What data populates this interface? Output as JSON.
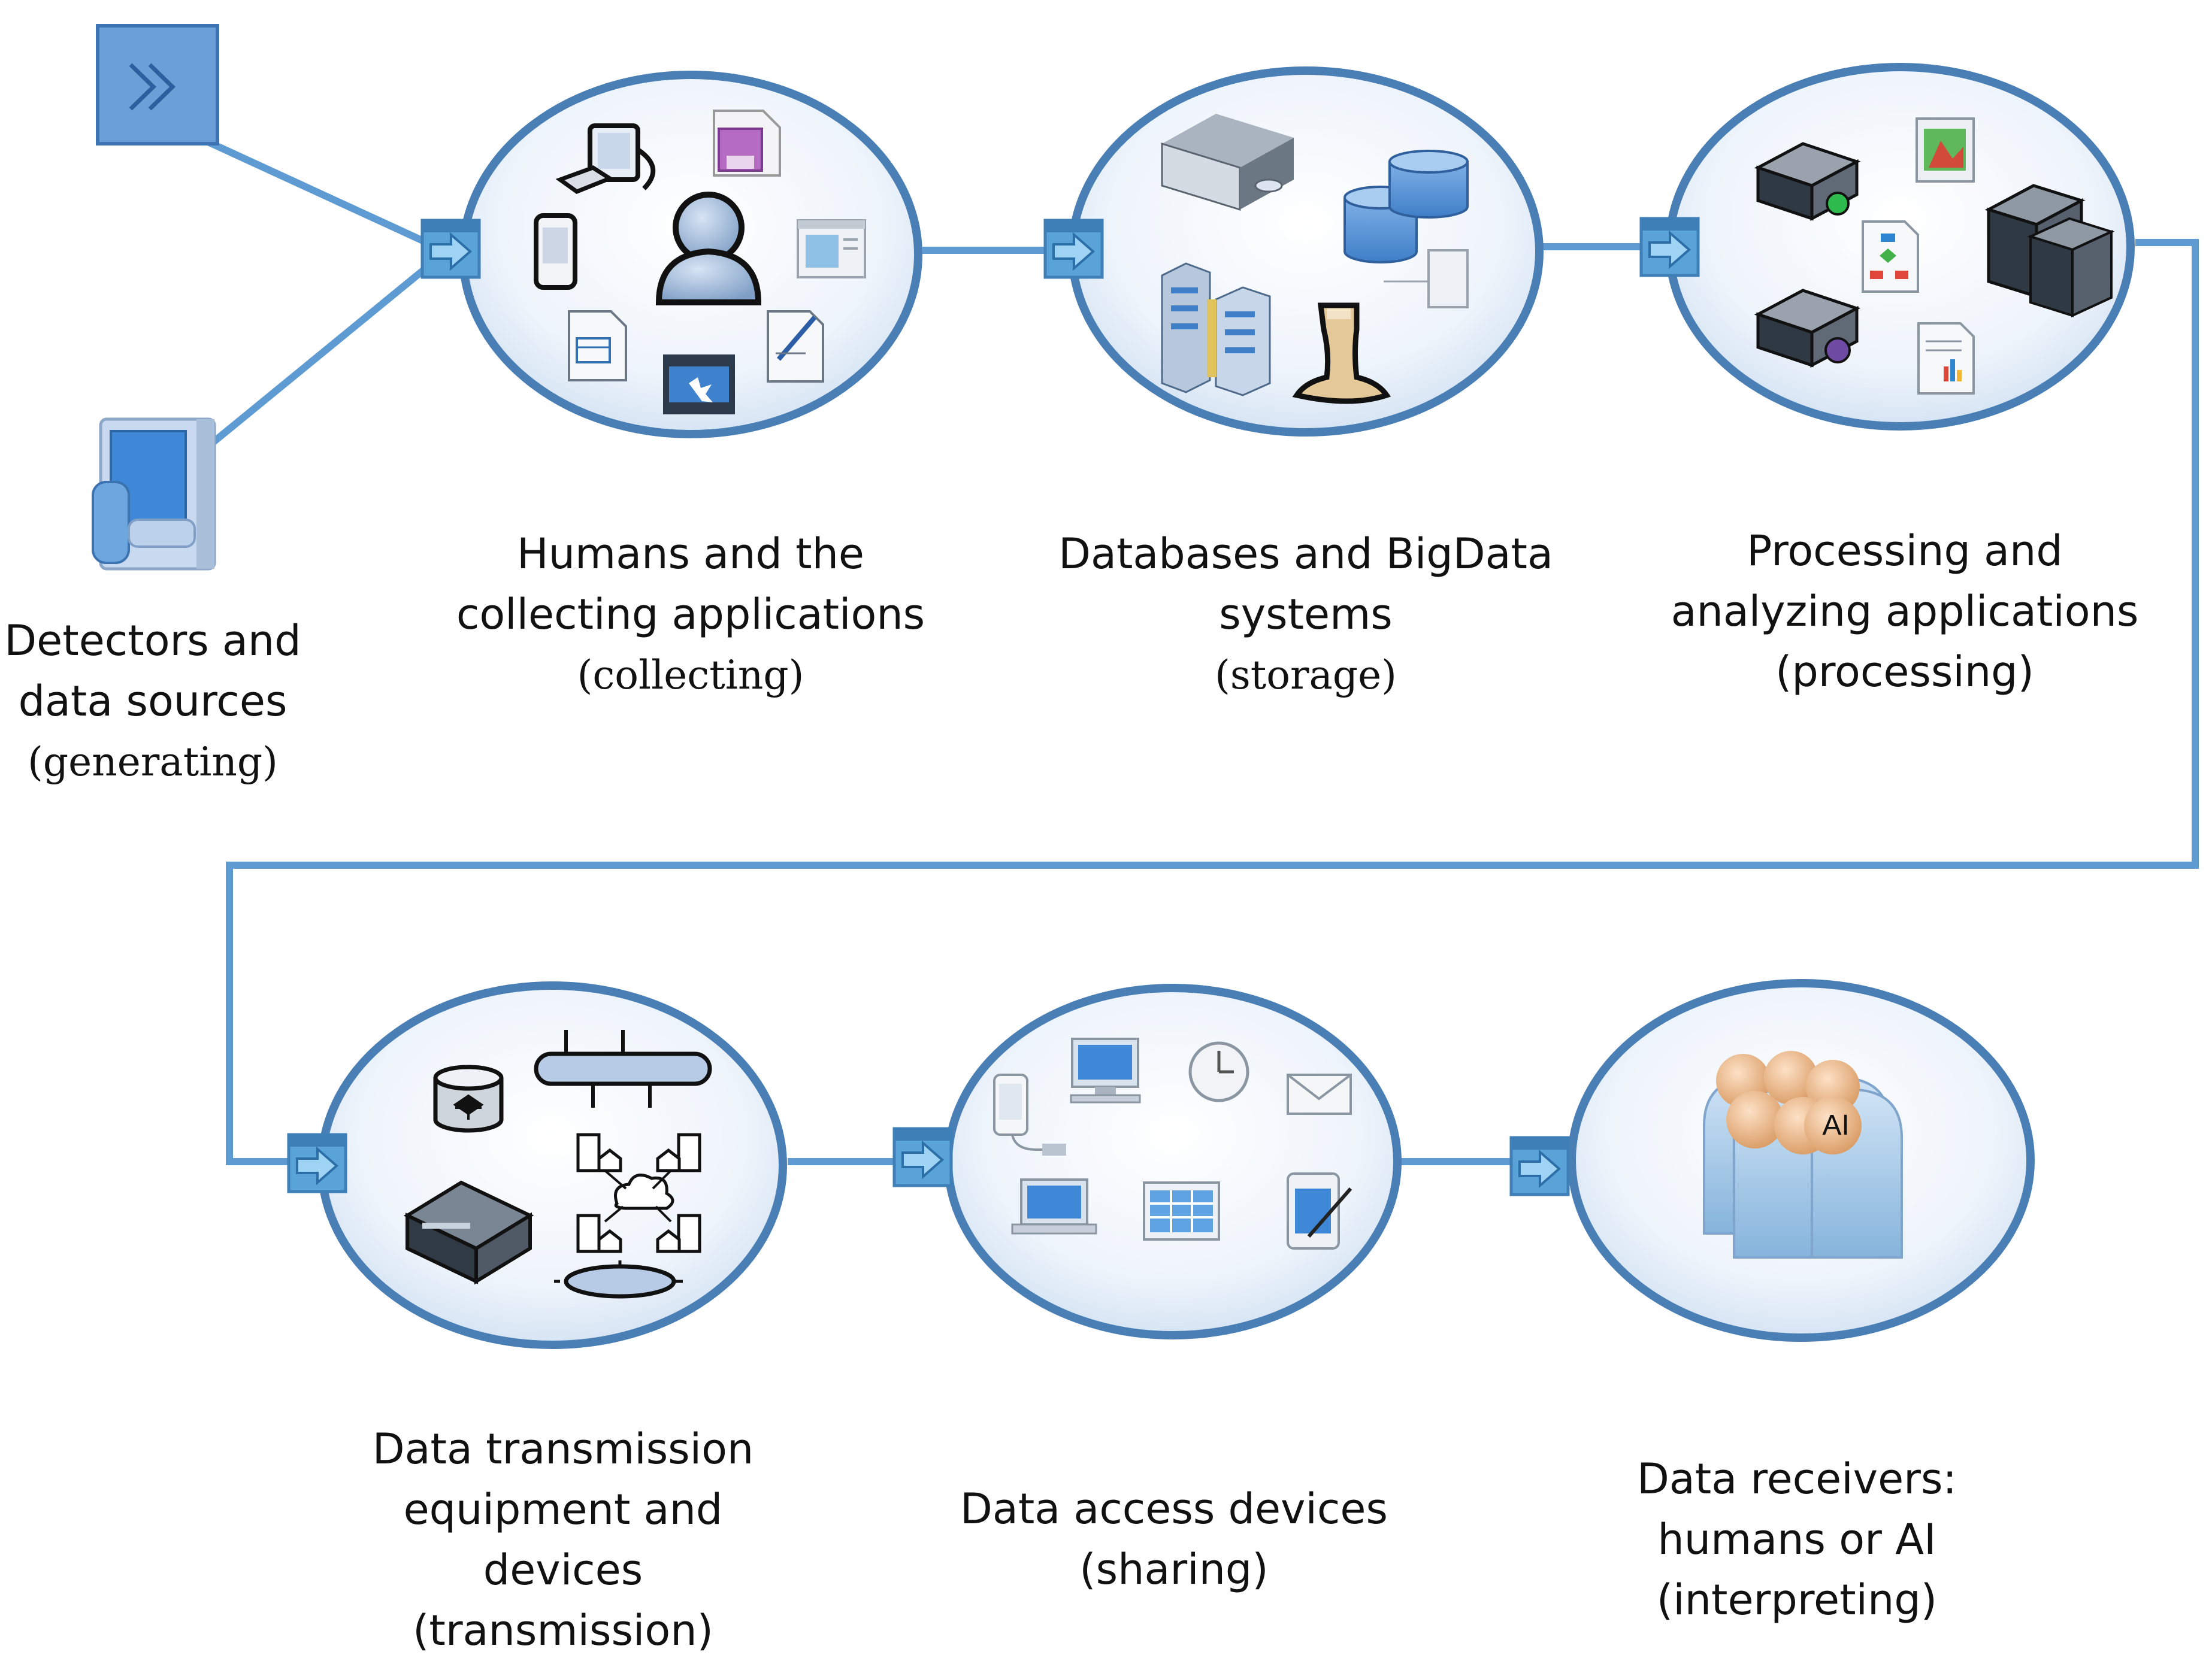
{
  "colors": {
    "connector": "#5d9bd2",
    "ellipse_stroke": "#4a7fb6",
    "ellipse_fill_inner": "#ffffff",
    "ellipse_fill_outer": "#d8e6f6",
    "arrow_box": "#5aa3d8",
    "source_box": "#6a9fd8",
    "text": "#111111"
  },
  "labels": {
    "detectors": {
      "line1": "Detectors and",
      "line2": "data sources",
      "line3": "(generating)"
    },
    "collecting": {
      "line1": "Humans and the",
      "line2": "collecting applications",
      "line3": "(collecting)"
    },
    "storage": {
      "line1": "Databases and BigData",
      "line2": "systems",
      "line3": "(storage)"
    },
    "processing": {
      "line1": "Processing and",
      "line2": "analyzing applications",
      "line3": "(processing)"
    },
    "transmission": {
      "line1": "Data transmission",
      "line2": "equipment and",
      "line3": "devices",
      "line4": "(transmission)"
    },
    "sharing": {
      "line1": "Data access devices",
      "line2": "(sharing)"
    },
    "interpreting": {
      "line1": "Data receivers:",
      "line2": "humans or AI",
      "line3": "(interpreting)"
    }
  },
  "icons": {
    "source_badge": "double-chevron-icon",
    "detector": "tablet-detector-icon",
    "ai_badge": "AI"
  }
}
